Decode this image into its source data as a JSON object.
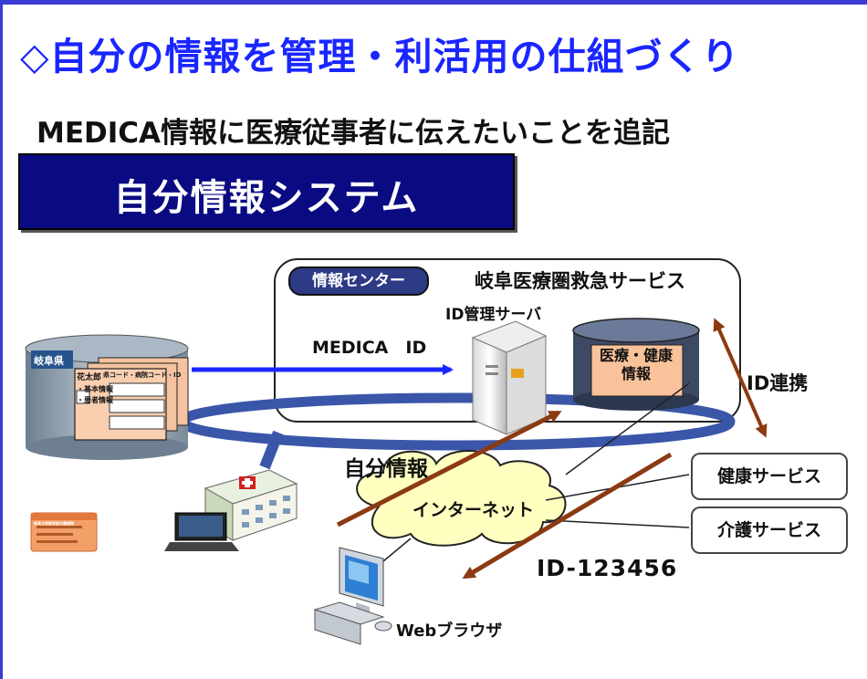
{
  "slide": {
    "title": "◇自分の情報を管理・利活用の仕組づくり",
    "subtitle": "MEDICA情報に医療従事者に伝えたいことを追記",
    "banner": "自分情報システム"
  },
  "diagram": {
    "center_pill": "情報センター",
    "region_service": "岐阜医療圏救急サービス",
    "id_server": "ID管理サーバ",
    "medica_id": "MEDICA　ID",
    "database_line1": "医療・健康",
    "database_line2": "情報",
    "id_link": "ID連携",
    "prefecture": "岐阜県",
    "doc_name": "花太郎",
    "doc_header": "県コード・病院コード・ID",
    "doc_item1": "・基本情報",
    "doc_item2": "・患者情報",
    "own_info": "自分情報",
    "internet": "インターネット",
    "health_service": "健康サービス",
    "care_service": "介護サービス",
    "id_number": "ID-123456",
    "web_browser": "Webブラウザ",
    "card_text": "岐阜大学医学部付属病院"
  },
  "colors": {
    "title_blue": "#1a26ff",
    "banner_navy": "#0a0a82",
    "arrow_blue": "#1a26ff",
    "arrow_brown": "#8b3a12",
    "ring_blue": "#3a56a8"
  }
}
